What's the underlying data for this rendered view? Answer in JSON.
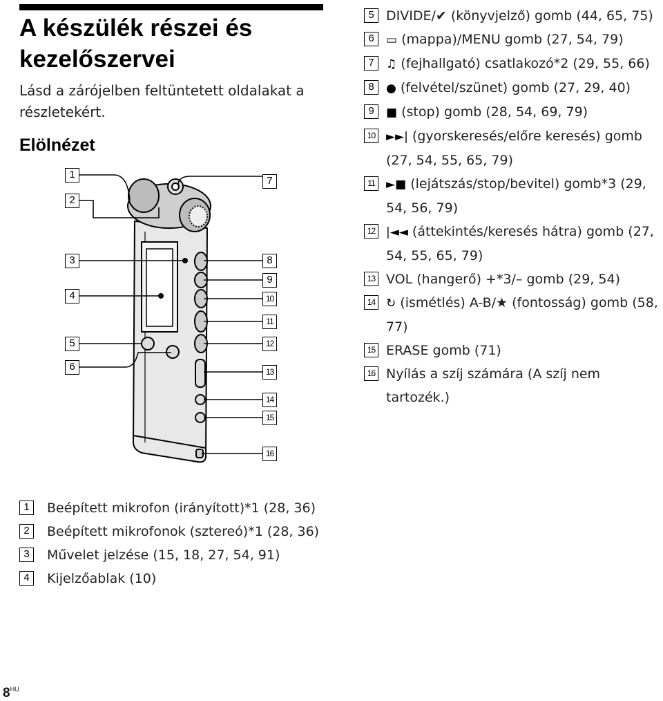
{
  "page": {
    "title": "A készülék részei és kezelőszervei",
    "intro": "Lásd a zárójelben feltüntetett oldalakat a részletekért.",
    "section": "Elölnézet",
    "page_number": "8",
    "language": "HU"
  },
  "callout_numbers": [
    "1",
    "2",
    "3",
    "4",
    "5",
    "6",
    "7",
    "8",
    "9",
    "10",
    "11",
    "12",
    "13",
    "14",
    "15",
    "16"
  ],
  "legend_items": [
    {
      "num": "5",
      "symbol": "",
      "text": "DIVIDE/✔ (könyvjelző) gomb (44, 65, 75)"
    },
    {
      "num": "6",
      "symbol": "▭",
      "text": "(mappa)/MENU gomb (27, 54, 79)"
    },
    {
      "num": "7",
      "symbol": "♫",
      "text": "(fejhallgató) csatlakozó*2 (29, 55, 66)"
    },
    {
      "num": "8",
      "symbol": "●",
      "text": "(felvétel/szünet) gomb (27, 29, 40)"
    },
    {
      "num": "9",
      "symbol": "■",
      "text": "(stop) gomb (28, 54, 69, 79)"
    },
    {
      "num": "10",
      "symbol": "►►|",
      "text": "(gyorskeresés/előre keresés) gomb (27, 54, 55, 65, 79)"
    },
    {
      "num": "11",
      "symbol": "►■",
      "text": "(lejátszás/stop/bevitel) gomb*3 (29, 54, 56, 79)"
    },
    {
      "num": "12",
      "symbol": "|◄◄",
      "text": "(áttekintés/keresés hátra) gomb (27, 54, 55, 65, 79)"
    },
    {
      "num": "13",
      "symbol": "",
      "text": "VOL (hangerő) +*3/– gomb (29, 54)"
    },
    {
      "num": "14",
      "symbol": "↻",
      "text": "(ismétlés) A-B/★ (fontosság) gomb (58, 77)"
    },
    {
      "num": "15",
      "symbol": "",
      "text": "ERASE gomb (71)"
    },
    {
      "num": "16",
      "symbol": "",
      "text": "Nyílás a szíj számára (A szíj nem tartozék.)"
    }
  ],
  "bottom_items": [
    {
      "num": "1",
      "text": "Beépített mikrofon (irányított)*1 (28, 36)"
    },
    {
      "num": "2",
      "text": "Beépített mikrofonok (sztereó)*1 (28, 36)"
    },
    {
      "num": "3",
      "text": "Művelet jelzése (15, 18, 27, 54, 91)"
    },
    {
      "num": "4",
      "text": "Kijelzőablak (10)"
    }
  ],
  "colors": {
    "text": "#222222",
    "ink": "#000000",
    "device_fill": "#dcdcdc"
  },
  "icons": [
    "bookmark-check-icon",
    "folder-icon",
    "headphone-icon",
    "record-dot-icon",
    "stop-square-icon",
    "fast-forward-icon",
    "play-stop-icon",
    "rewind-icon",
    "repeat-icon",
    "star-icon"
  ]
}
